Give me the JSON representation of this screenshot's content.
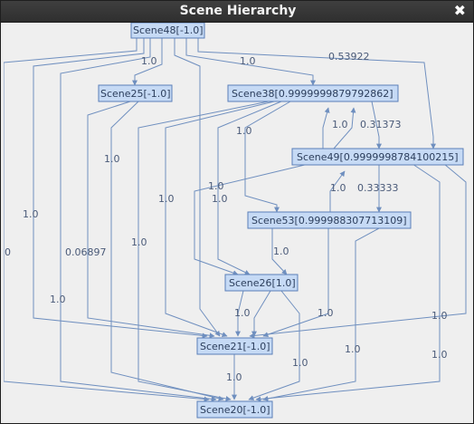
{
  "window": {
    "title": "Scene Hierarchy",
    "close_icon": "close-icon"
  },
  "graph": {
    "nodes": {
      "scene48": "Scene48[-1.0]",
      "scene25": "Scene25[-1.0]",
      "scene38": "Scene38[0.9999999879792862]",
      "scene49": "Scene49[0.9999998784100215]",
      "scene53": "Scene53[0.999988307713109]",
      "scene26": "Scene26[1.0]",
      "scene21": "Scene21[-1.0]",
      "scene20": "Scene20[-1.0]"
    },
    "edge_labels": {
      "e48_25": "1.0",
      "e48_38": "1.0",
      "e48_49": "0.53922",
      "e38_49_up": "1.0",
      "e38_49": "0.31373",
      "e38_a": "1.0",
      "e49_53_up": "1.0",
      "e49_53": "0.33333",
      "left_a": "1.0",
      "left_b": "1.0",
      "left_c": "1.0",
      "left_d": "1.0",
      "left_e": "1.0",
      "left_edge": "0",
      "e_0689": "0.06897",
      "left_f": "1.0",
      "e53_26": "1.0",
      "e26_21_a": "1.0",
      "e_to21_b": "1.0",
      "e_to21_c": "1.0",
      "e21_20": "1.0",
      "e26_20": "1.0",
      "e53_20": "1.0",
      "e49_20": "1.0"
    }
  }
}
